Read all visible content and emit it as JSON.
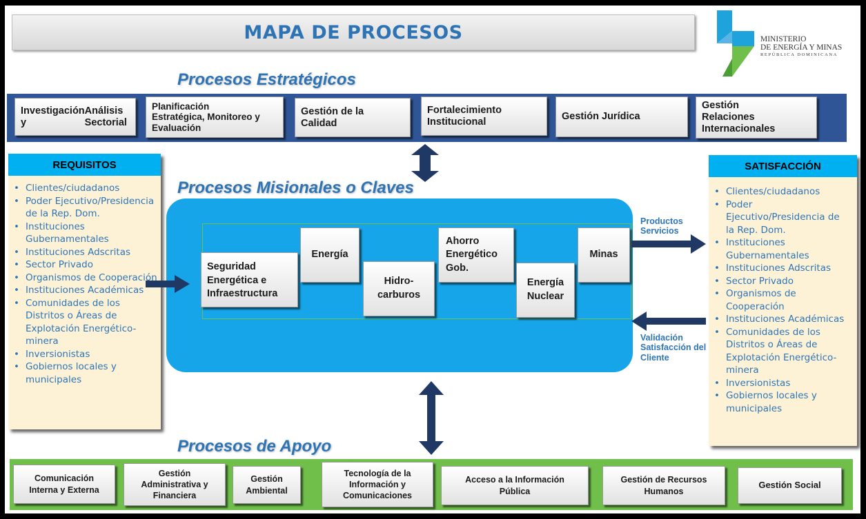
{
  "title": "MAPA DE PROCESOS",
  "logo": {
    "line1": "MINISTERIO",
    "line2": "DE ENERGÍA Y MINAS",
    "line3": "REPÚBLICA DOMINICANA",
    "colors": [
      "#1fa3dc",
      "#6fbf4a"
    ]
  },
  "estrategicos": {
    "heading": "Procesos Estratégicos",
    "items": [
      [
        "Investigación y",
        "Análisis Sectorial"
      ],
      [
        "Planificación",
        "Estratégica, Monitoreo y",
        "Evaluación"
      ],
      [
        "Gestión de la",
        "Calidad"
      ],
      [
        "Fortalecimiento",
        "Institucional"
      ],
      [
        "Gestión Jurídica"
      ],
      [
        "Gestión",
        "Relaciones",
        "Internacionales"
      ]
    ]
  },
  "requisitos": {
    "heading": "REQUISITOS",
    "items": [
      "Clientes/ciudadanos",
      "Poder Ejecutivo/Presidencia de la Rep. Dom.",
      "Instituciones Gubernamentales",
      "Instituciones Adscritas",
      "Sector Privado",
      "Organismos de Cooperación",
      "Instituciones Académicas",
      "Comunidades de los Distritos o Áreas de Explotación Energético-minera",
      "Inversionistas",
      "Gobiernos locales y municipales"
    ]
  },
  "satisfaccion": {
    "heading": "SATISFACCIÓN",
    "items": [
      "Clientes/ciudadanos",
      "Poder Ejecutivo/Presidencia de la Rep. Dom.",
      "Instituciones Gubernamentales",
      "Instituciones Adscritas",
      "Sector Privado",
      "Organismos de Cooperación",
      "Instituciones Académicas",
      "Comunidades de los Distritos o Áreas de Explotación Energético-minera",
      "Inversionistas",
      "Gobiernos locales y municipales"
    ]
  },
  "misionales": {
    "heading": "Procesos Misionales o Claves",
    "items": [
      [
        "Seguridad",
        "Energética e",
        "Infraestructura"
      ],
      [
        "Energía"
      ],
      [
        "Hidro-",
        "carburos"
      ],
      [
        "Ahorro",
        "Energético",
        "Gob."
      ],
      [
        "Energía",
        "Nuclear"
      ],
      [
        "Minas"
      ]
    ],
    "output_label": [
      "Productos",
      "Servicios"
    ],
    "feedback_label": [
      "Validación",
      "Satisfacción del",
      "Cliente"
    ]
  },
  "apoyo": {
    "heading": "Procesos de Apoyo",
    "items": [
      [
        "Comunicación",
        "Interna y Externa"
      ],
      [
        "Gestión",
        "Administrativa y",
        "Financiera"
      ],
      [
        "Gestión",
        "Ambiental"
      ],
      [
        "Tecnología de la",
        "Información y",
        "Comunicaciones"
      ],
      [
        "Acceso a la Información",
        "Pública"
      ],
      [
        "Gestión de Recursos",
        "Humanos"
      ],
      [
        "Gestión Social"
      ]
    ]
  },
  "colors": {
    "title_text": "#2e74b5",
    "strategic_band": "#2f5597",
    "support_band": "#6fbf4a",
    "mission_area": "#16a5e8",
    "side_header": "#00b0f0",
    "side_panel": "#fdf1d6",
    "arrow": "#1f3864"
  }
}
